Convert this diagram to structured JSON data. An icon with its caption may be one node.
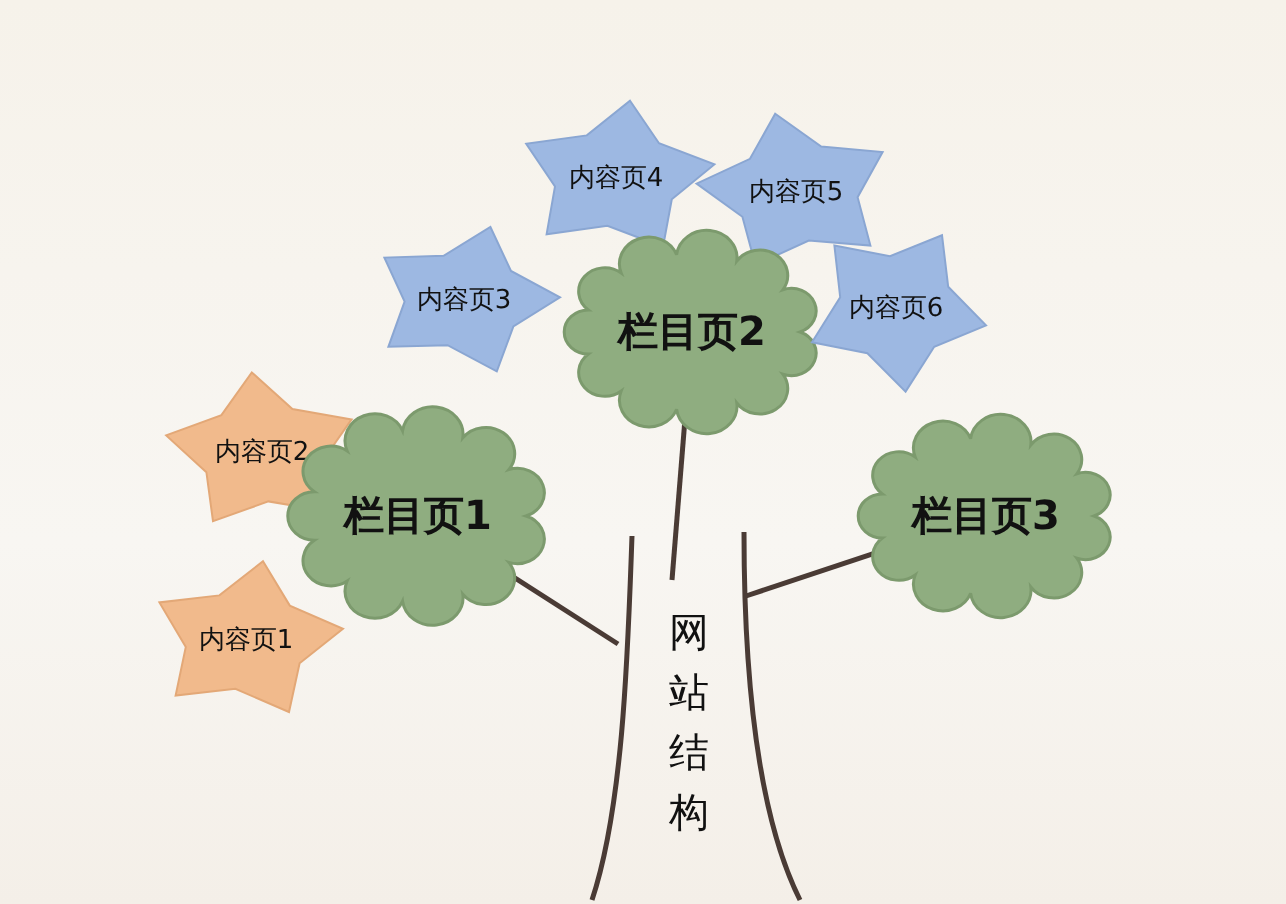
{
  "diagram": {
    "nodes": [
      {
        "text": [
          "内容页4"
        ]
      },
      {
        "text": [
          "内容页5"
        ]
      },
      {
        "text": [
          "内容页3"
        ]
      },
      {
        "text": [
          "栏目页2"
        ]
      },
      {
        "text": [
          "内容页6"
        ]
      },
      {
        "text": [
          "内容页2"
        ]
      },
      {
        "text": [
          "栏目页1"
        ]
      },
      {
        "text": [
          "栏目页3"
        ]
      },
      {
        "text": [
          "内容页1"
        ]
      },
      {
        "text": [
          "网站结构"
        ]
      }
    ],
    "edges": [
      {
        "from": 9,
        "to": 6,
        "arrow": "none"
      },
      {
        "from": 9,
        "to": 3,
        "arrow": "none"
      },
      {
        "from": 9,
        "to": 7,
        "arrow": "none"
      }
    ]
  }
}
